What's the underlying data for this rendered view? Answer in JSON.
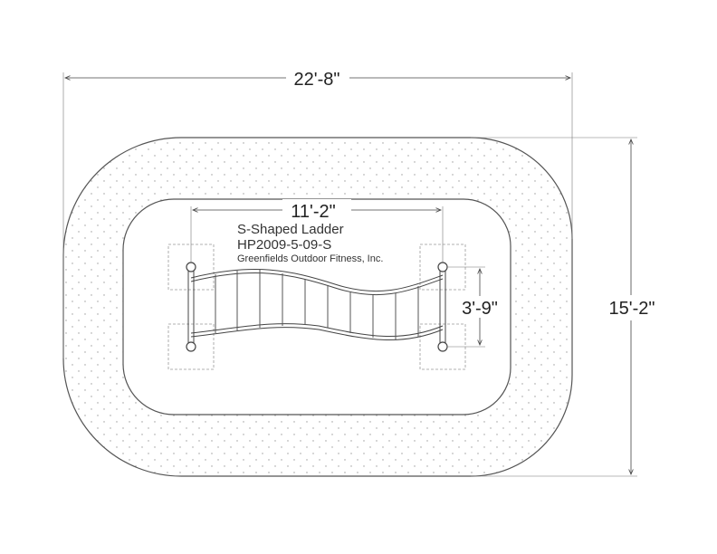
{
  "dimensions": {
    "overall_width": "22'-8\"",
    "overall_depth": "15'-2\"",
    "equipment_length": "11'-2\"",
    "equipment_width": "3'-9\""
  },
  "product": {
    "name": "S-Shaped Ladder",
    "model": "HP2009-5-09-S",
    "company": "Greenfields Outdoor Fitness, Inc."
  },
  "colors": {
    "line": "#555555",
    "fall_zone_fill": "#ffffff",
    "dots": "#9a9a9a"
  }
}
